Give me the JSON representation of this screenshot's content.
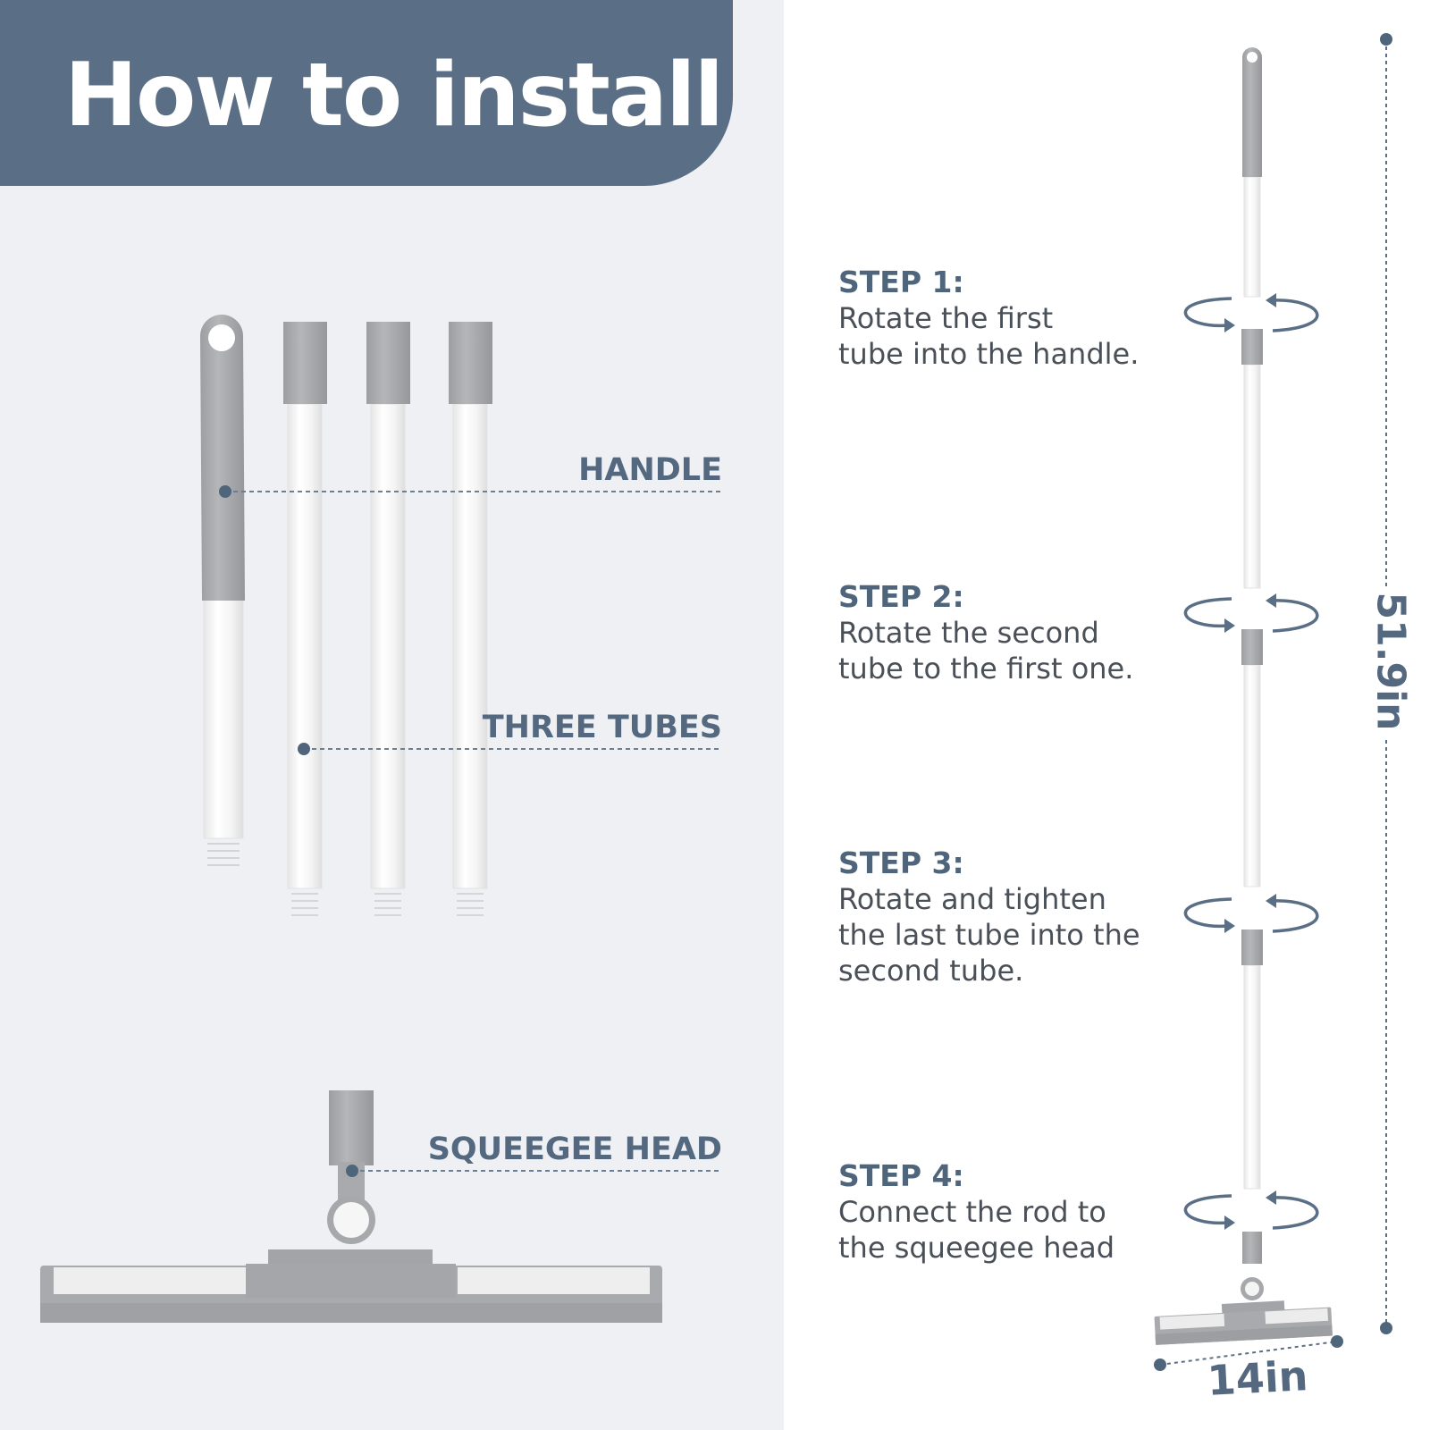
{
  "header": {
    "title": "How to install"
  },
  "parts": {
    "handle_label": "HANDLE",
    "tubes_label": "THREE TUBES",
    "head_label": "SQUEEGEE HEAD"
  },
  "steps": [
    {
      "title": "STEP 1:",
      "lines": [
        "Rotate the first",
        "tube into the handle."
      ]
    },
    {
      "title": "STEP 2:",
      "lines": [
        "Rotate the second",
        "tube to the first one."
      ]
    },
    {
      "title": "STEP 3:",
      "lines": [
        "Rotate and tighten",
        "the last tube into the",
        "second tube."
      ]
    },
    {
      "title": "STEP 4:",
      "lines": [
        "Connect the rod to",
        "the squeegee head"
      ]
    }
  ],
  "dimensions": {
    "height": "51.9in",
    "width": "14in"
  },
  "colors": {
    "banner": "#5a6f85",
    "accent": "#54697f",
    "left_bg": "#eef0f4",
    "gray_part": "#a4a6a9",
    "tube_white": "#f8f8f8"
  },
  "icons": [
    "rotate-arrows-icon"
  ]
}
